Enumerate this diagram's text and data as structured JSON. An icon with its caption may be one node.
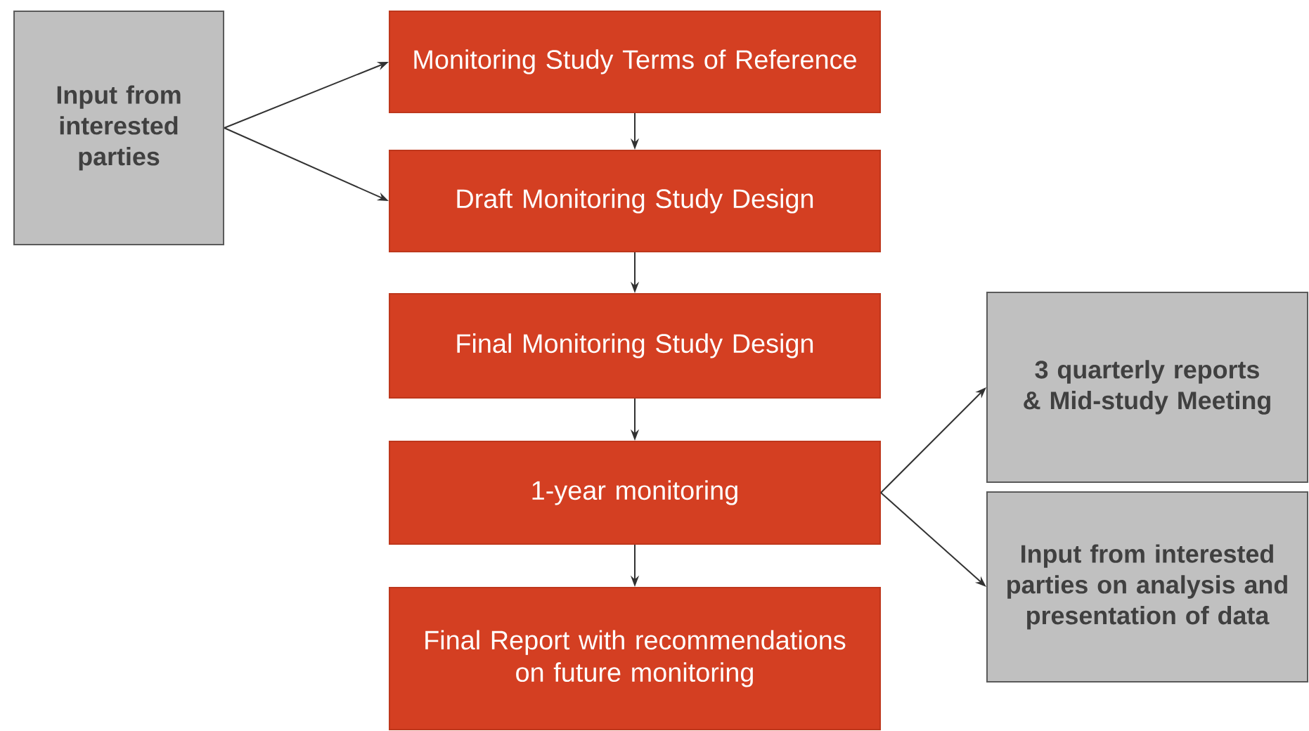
{
  "diagram": {
    "nodes": [
      {
        "text": [
          "Input from interested parties"
        ]
      },
      {
        "text": [
          "Monitoring Study Terms of Reference"
        ]
      },
      {
        "text": [
          "Draft Monitoring Study Design"
        ]
      },
      {
        "text": [
          "Final Monitoring Study Design"
        ]
      },
      {
        "text": [
          "1-year monitoring"
        ]
      },
      {
        "text": [
          "Final Report with recommendations on future monitoring"
        ]
      },
      {
        "text": [
          "3 quarterly reports & Mid-study Meeting"
        ]
      },
      {
        "text": [
          "Input from interested parties on analysis and presentation of data"
        ]
      }
    ],
    "edges": [
      {
        "from": 0,
        "to": 1,
        "arrow": "to"
      },
      {
        "from": 0,
        "to": 2,
        "arrow": "to"
      },
      {
        "from": 1,
        "to": 2,
        "arrow": "to"
      },
      {
        "from": 2,
        "to": 3,
        "arrow": "to"
      },
      {
        "from": 3,
        "to": 4,
        "arrow": "to"
      },
      {
        "from": 4,
        "to": 5,
        "arrow": "to"
      },
      {
        "from": 4,
        "to": 6,
        "arrow": "to"
      },
      {
        "from": 4,
        "to": 7,
        "arrow": "to"
      }
    ]
  }
}
